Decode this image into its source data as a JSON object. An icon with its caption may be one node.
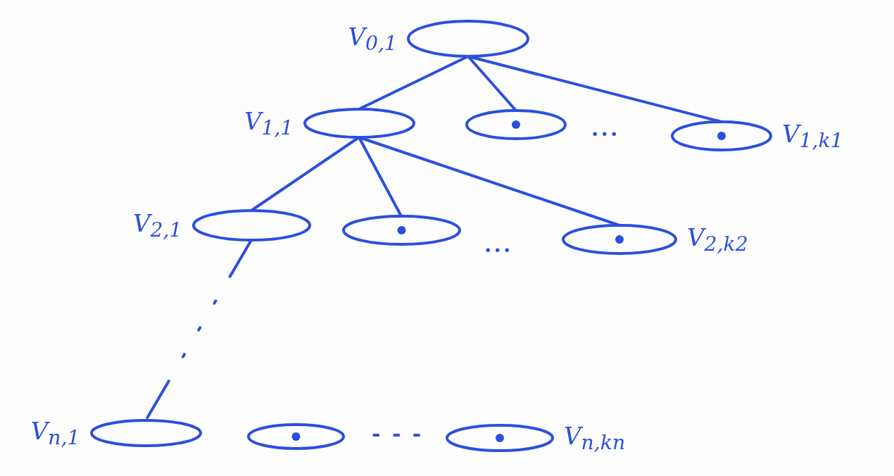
{
  "diagram": {
    "nodes": [
      {
        "text": [],
        "shape": "ellipse",
        "beside": [
          "V$_{0,1}$"
        ]
      },
      {
        "text": [],
        "shape": "ellipse",
        "beside": [
          "V$_{1,1}$"
        ]
      },
      {
        "text": [],
        "shape": "ellipse"
      },
      {
        "text": [],
        "shape": "ellipse",
        "beside": [
          "V$_{1,k1}$"
        ]
      },
      {
        "text": [],
        "shape": "ellipse",
        "beside": [
          "V$_{2,1}$"
        ]
      },
      {
        "text": [],
        "shape": "ellipse"
      },
      {
        "text": [],
        "shape": "ellipse",
        "beside": [
          "V$_{2,k2}$"
        ]
      },
      {
        "text": [],
        "shape": "ellipse",
        "beside": [
          "V$_{n,1}$"
        ]
      },
      {
        "text": [],
        "shape": "ellipse"
      },
      {
        "text": [],
        "shape": "ellipse",
        "beside": [
          "V$_{n,kn}$"
        ]
      }
    ],
    "edges": [
      {
        "from": 0,
        "to": 1,
        "arrow": "none"
      },
      {
        "from": 0,
        "to": 2,
        "arrow": "none"
      },
      {
        "from": 0,
        "to": 3,
        "arrow": "none"
      },
      {
        "from": 1,
        "to": 4,
        "arrow": "none"
      },
      {
        "from": 1,
        "to": 5,
        "arrow": "none"
      },
      {
        "from": 1,
        "to": 6,
        "arrow": "none"
      },
      {
        "from": 4,
        "to": 7,
        "arrow": "none",
        "style": "dashed"
      }
    ],
    "labels": [
      "...",
      "...",
      "- - -"
    ]
  }
}
